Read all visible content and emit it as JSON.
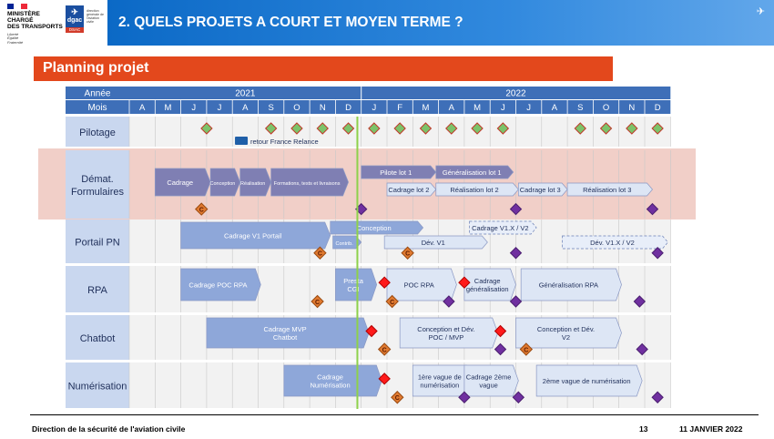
{
  "header": {
    "title": "2. QUELS PROJETS A COURT ET MOYEN TERME ?"
  },
  "logos": {
    "gov_lines": [
      "MINISTÈRE",
      "CHARGÉ",
      "DES TRANSPORTS"
    ],
    "gov_motto": [
      "Liberté",
      "Égalité",
      "Fraternité"
    ],
    "dgac_name": "dgac",
    "dgac_sub": "DSAC",
    "dgac_desc": "direction générale de l'aviation civile"
  },
  "banner": {
    "title": "Planning projet"
  },
  "timeline": {
    "year_header": "Année",
    "month_header": "Mois",
    "years": [
      "2021",
      "2022"
    ],
    "months": [
      "A",
      "M",
      "J",
      "J",
      "A",
      "S",
      "O",
      "N",
      "D",
      "J",
      "F",
      "M",
      "A",
      "M",
      "J",
      "J",
      "A",
      "S",
      "O",
      "N",
      "D"
    ]
  },
  "rows": [
    {
      "label": [
        "Pilotage"
      ]
    },
    {
      "label": [
        "Démat.",
        "Formulaires"
      ]
    },
    {
      "label": [
        "Portail PN"
      ]
    },
    {
      "label": [
        "RPA"
      ]
    },
    {
      "label": [
        "Chatbot"
      ]
    },
    {
      "label": [
        "Numérisation"
      ]
    }
  ],
  "pilotage_note": "retour France Relance",
  "tasks": [
    {
      "row": 1,
      "start": 1.0,
      "end": 3.15,
      "label": [
        "Cadrage"
      ],
      "style": "dark"
    },
    {
      "row": 1,
      "start": 3.15,
      "end": 4.3,
      "label": [
        "Conception"
      ],
      "style": "dark",
      "small": true
    },
    {
      "row": 1,
      "start": 4.3,
      "end": 5.5,
      "label": [
        "Réalisation"
      ],
      "style": "dark",
      "small": true
    },
    {
      "row": 1,
      "start": 5.5,
      "end": 8.5,
      "label": [
        "Formations, tests et livraisons"
      ],
      "style": "dark",
      "small": true
    },
    {
      "row": 1,
      "start": 9.0,
      "end": 11.9,
      "label": [
        "Pilote lot 1"
      ],
      "style": "dark",
      "sub": 0
    },
    {
      "row": 1,
      "start": 11.9,
      "end": 14.9,
      "label": [
        "Généralisation lot 1"
      ],
      "style": "dark",
      "sub": 0
    },
    {
      "row": 1,
      "start": 10.0,
      "end": 11.9,
      "label": [
        "Cadrage lot 2"
      ],
      "style": "light",
      "sub": 1
    },
    {
      "row": 1,
      "start": 11.9,
      "end": 15.1,
      "label": [
        "Réalisation lot 2"
      ],
      "style": "light",
      "sub": 1
    },
    {
      "row": 1,
      "start": 15.1,
      "end": 17.0,
      "label": [
        "Cadrage lot 3"
      ],
      "style": "light",
      "sub": 1
    },
    {
      "row": 1,
      "start": 17.0,
      "end": 20.3,
      "label": [
        "Réalisation lot 3"
      ],
      "style": "light",
      "sub": 1
    },
    {
      "row": 2,
      "start": 2.0,
      "end": 7.8,
      "label": [
        "Cadrage V1 Portail"
      ],
      "style": "mid",
      "tall": true
    },
    {
      "row": 2,
      "start": 7.8,
      "end": 11.4,
      "label": [
        "Conception"
      ],
      "style": "mid",
      "sub": 0
    },
    {
      "row": 2,
      "start": 7.9,
      "end": 9.0,
      "label": [
        "Contrib."
      ],
      "style": "mid",
      "sub": 1,
      "small": true
    },
    {
      "row": 2,
      "start": 9.9,
      "end": 13.9,
      "label": [
        "Dév. V1"
      ],
      "style": "light",
      "sub": 1
    },
    {
      "row": 2,
      "start": 13.2,
      "end": 15.8,
      "label": [
        "Cadrage V1.X / V2"
      ],
      "style": "dashed",
      "sub": 0
    },
    {
      "row": 2,
      "start": 16.8,
      "end": 20.9,
      "label": [
        "Dév. V1.X / V2"
      ],
      "style": "dashed",
      "sub": 1
    },
    {
      "row": 3,
      "start": 2.0,
      "end": 5.1,
      "label": [
        "Cadrage POC RPA"
      ],
      "style": "mid",
      "tall": true
    },
    {
      "row": 3,
      "start": 8.0,
      "end": 9.6,
      "label": [
        "Presta",
        "CGI"
      ],
      "style": "mid",
      "tall": true
    },
    {
      "row": 3,
      "start": 10.0,
      "end": 12.7,
      "label": [
        "POC RPA"
      ],
      "style": "light",
      "tall": true
    },
    {
      "row": 3,
      "start": 13.0,
      "end": 15.0,
      "label": [
        "Cadrage",
        "généralisation"
      ],
      "style": "light",
      "tall": true
    },
    {
      "row": 3,
      "start": 15.2,
      "end": 19.1,
      "label": [
        "Généralisation RPA"
      ],
      "style": "light",
      "tall": true
    },
    {
      "row": 4,
      "start": 3.0,
      "end": 9.3,
      "label": [
        "Cadrage MVP",
        "Chatbot"
      ],
      "style": "mid",
      "tall": true
    },
    {
      "row": 4,
      "start": 10.5,
      "end": 14.3,
      "label": [
        "Conception et Dév.",
        "POC / MVP"
      ],
      "style": "light",
      "tall": true
    },
    {
      "row": 4,
      "start": 15.0,
      "end": 19.1,
      "label": [
        "Conception et Dév.",
        "V2"
      ],
      "style": "light",
      "tall": true
    },
    {
      "row": 5,
      "start": 6.0,
      "end": 9.8,
      "label": [
        "Cadrage",
        "Numérisation"
      ],
      "style": "mid",
      "tall": true
    },
    {
      "row": 5,
      "start": 11.0,
      "end": 13.3,
      "label": [
        "1ère vague de",
        "numérisation"
      ],
      "style": "light",
      "tall": true
    },
    {
      "row": 5,
      "start": 13.0,
      "end": 15.1,
      "label": [
        "Cadrage 2ème",
        "vague"
      ],
      "style": "light",
      "tall": true
    },
    {
      "row": 5,
      "start": 15.8,
      "end": 19.9,
      "label": [
        "2ème vague de numérisation"
      ],
      "style": "light",
      "tall": true
    }
  ],
  "milestones": [
    {
      "row": 0,
      "pos": 3.0,
      "kind": "green"
    },
    {
      "row": 0,
      "pos": 5.5,
      "kind": "green"
    },
    {
      "row": 0,
      "pos": 6.5,
      "kind": "green"
    },
    {
      "row": 0,
      "pos": 7.5,
      "kind": "green"
    },
    {
      "row": 0,
      "pos": 8.5,
      "kind": "green"
    },
    {
      "row": 0,
      "pos": 9.5,
      "kind": "green"
    },
    {
      "row": 0,
      "pos": 10.5,
      "kind": "green"
    },
    {
      "row": 0,
      "pos": 11.5,
      "kind": "green"
    },
    {
      "row": 0,
      "pos": 12.5,
      "kind": "green"
    },
    {
      "row": 0,
      "pos": 13.5,
      "kind": "green"
    },
    {
      "row": 0,
      "pos": 14.5,
      "kind": "green"
    },
    {
      "row": 0,
      "pos": 17.5,
      "kind": "green"
    },
    {
      "row": 0,
      "pos": 18.5,
      "kind": "green"
    },
    {
      "row": 0,
      "pos": 19.5,
      "kind": "green"
    },
    {
      "row": 0,
      "pos": 20.5,
      "kind": "green"
    },
    {
      "row": 1,
      "pos": 2.8,
      "kind": "c",
      "y": 0.85
    },
    {
      "row": 1,
      "pos": 9.0,
      "kind": "purple",
      "y": 0.85
    },
    {
      "row": 1,
      "pos": 15.0,
      "kind": "purple",
      "y": 0.85
    },
    {
      "row": 1,
      "pos": 20.3,
      "kind": "purple",
      "y": 0.85
    },
    {
      "row": 2,
      "pos": 7.4,
      "kind": "c",
      "y": 0.75
    },
    {
      "row": 2,
      "pos": 10.8,
      "kind": "c",
      "y": 0.75
    },
    {
      "row": 2,
      "pos": 15.0,
      "kind": "purple",
      "y": 0.75
    },
    {
      "row": 2,
      "pos": 20.5,
      "kind": "purple",
      "y": 0.75
    },
    {
      "row": 3,
      "pos": 7.3,
      "kind": "c",
      "y": 0.75
    },
    {
      "row": 3,
      "pos": 9.9,
      "kind": "red",
      "y": 0.35
    },
    {
      "row": 3,
      "pos": 10.2,
      "kind": "c",
      "y": 0.75
    },
    {
      "row": 3,
      "pos": 12.4,
      "kind": "purple",
      "y": 0.75
    },
    {
      "row": 3,
      "pos": 13.0,
      "kind": "red",
      "y": 0.35
    },
    {
      "row": 3,
      "pos": 15.0,
      "kind": "purple",
      "y": 0.75
    },
    {
      "row": 3,
      "pos": 19.8,
      "kind": "purple",
      "y": 0.75
    },
    {
      "row": 4,
      "pos": 9.4,
      "kind": "red",
      "y": 0.35
    },
    {
      "row": 4,
      "pos": 9.9,
      "kind": "c",
      "y": 0.75
    },
    {
      "row": 4,
      "pos": 14.4,
      "kind": "red",
      "y": 0.35
    },
    {
      "row": 4,
      "pos": 14.4,
      "kind": "purple",
      "y": 0.75
    },
    {
      "row": 4,
      "pos": 15.4,
      "kind": "c",
      "y": 0.75
    },
    {
      "row": 4,
      "pos": 19.9,
      "kind": "purple",
      "y": 0.75
    },
    {
      "row": 5,
      "pos": 9.9,
      "kind": "red",
      "y": 0.35
    },
    {
      "row": 5,
      "pos": 10.4,
      "kind": "c",
      "y": 0.75
    },
    {
      "row": 5,
      "pos": 13.0,
      "kind": "purple",
      "y": 0.75
    },
    {
      "row": 5,
      "pos": 15.1,
      "kind": "purple",
      "y": 0.75
    },
    {
      "row": 5,
      "pos": 20.5,
      "kind": "purple",
      "y": 0.75
    }
  ],
  "milestone_c_label": "C",
  "today_marker": {
    "pos": 8.85
  },
  "footer": {
    "left": "Direction de la sécurité de l'aviation civile",
    "page": "13",
    "date": "11 JANVIER 2022"
  },
  "colors": {
    "header_blue": "#1f7ad6",
    "banner_orange": "#e3481c",
    "table_blue": "#3e6fb8",
    "row_label_bg": "#c9d7ef",
    "bar_dark": "#7f7fb3",
    "bar_mid": "#8ea7d9",
    "bar_light": "#dde6f5",
    "highlight": "#f1cfc8",
    "milestone_green": "#7cc36a",
    "milestone_red": "#ff1a1a",
    "milestone_purple": "#7030a0",
    "milestone_c": "#e07a30",
    "today_line": "#8ed14a"
  }
}
